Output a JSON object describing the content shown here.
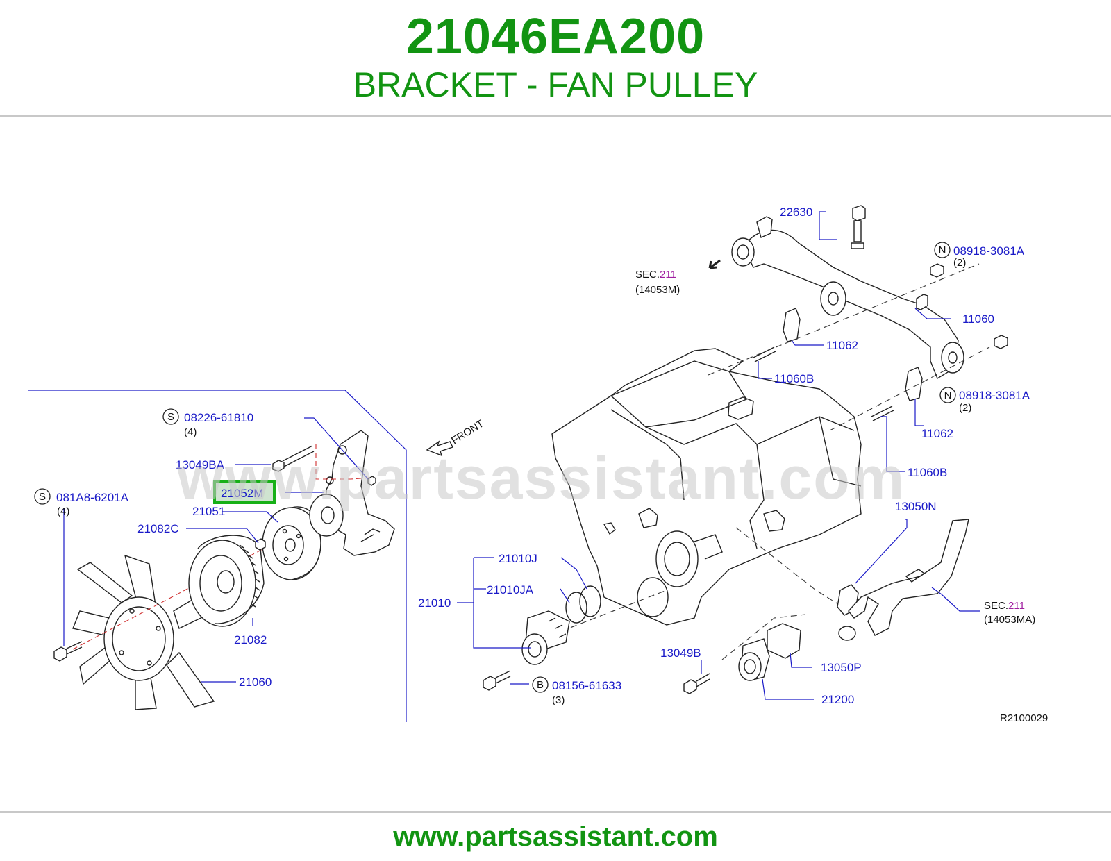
{
  "header": {
    "part_number": "21046EA200",
    "part_name": "BRACKET - FAN PULLEY"
  },
  "footer": {
    "url": "www.partsassistant.com"
  },
  "watermark": "www.partsassistant.com",
  "highlight_color": "#129412",
  "labels": {
    "l08226": "08226-61810",
    "q4a": "(4)",
    "l13049BA": "13049BA",
    "l21052M": "21052M",
    "l21051": "21051",
    "l21082C": "21082C",
    "l081A8": "081A8-6201A",
    "q4b": "(4)",
    "l21082": "21082",
    "l21060": "21060",
    "front": "FRONT",
    "l22630": "22630",
    "sec_a": "SEC.",
    "sec_a_num": "211",
    "sec_a_ref": "(14053M)",
    "l08918a": "08918-3081A",
    "q2a": "(2)",
    "l11060": "11060",
    "l11062a": "11062",
    "l11060Ba": "11060B",
    "l08918b": "08918-3081A",
    "q2b": "(2)",
    "l11062b": "11062",
    "l11060Bb": "11060B",
    "l13050N": "13050N",
    "sec_b": "SEC.",
    "sec_b_num": "211",
    "sec_b_ref": "(14053MA)",
    "l21010J": "21010J",
    "l21010JA": "21010JA",
    "l21010": "21010",
    "l13049B": "13049B",
    "l13050P": "13050P",
    "l08156": "08156-61633",
    "q3": "(3)",
    "l21200": "21200",
    "ref": "R2100029"
  },
  "circle_marks": {
    "s": "S",
    "n": "N",
    "b": "B"
  }
}
